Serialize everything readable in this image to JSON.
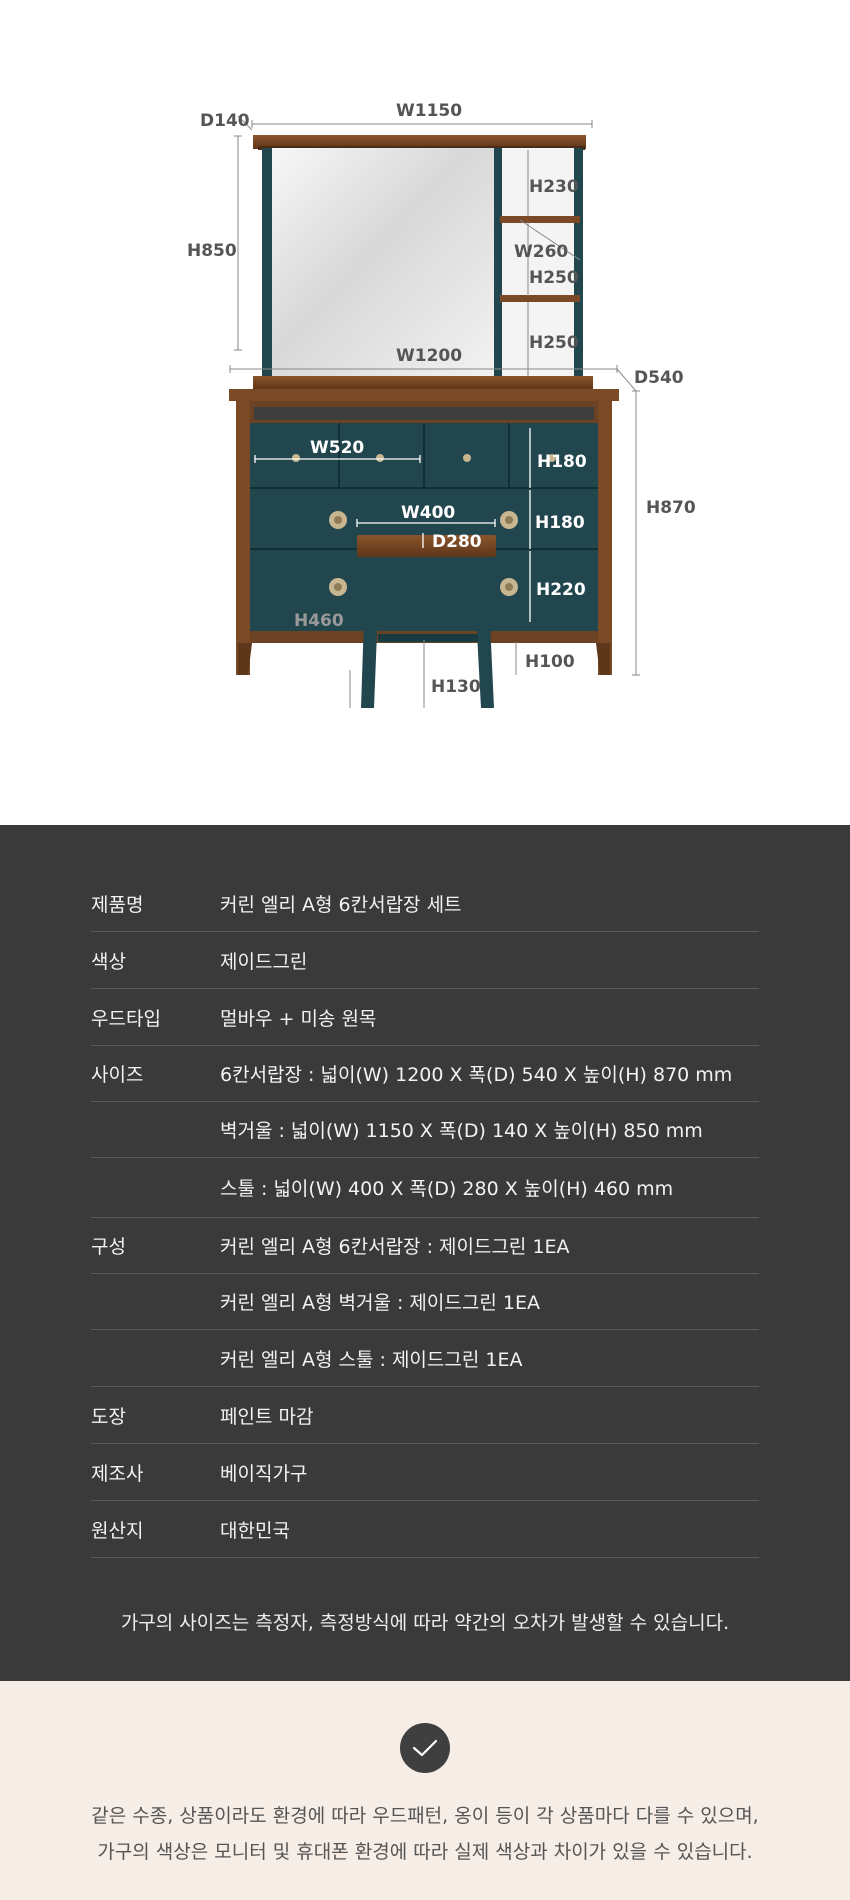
{
  "diagram": {
    "dimensions": {
      "d140": "D140",
      "w1150": "W1150",
      "h850": "H850",
      "h230": "H230",
      "w260": "W260",
      "h250_top": "H250",
      "h250_bottom": "H250",
      "w1200": "W1200",
      "d540": "D540",
      "w520": "W520",
      "h180_top": "H180",
      "h870": "H870",
      "w400": "W400",
      "h180_mid": "H180",
      "d280": "D280",
      "h220": "H220",
      "h460": "H460",
      "h100": "H100",
      "h130": "H130"
    },
    "colors": {
      "wood": "#7a4a26",
      "wood_dark": "#5e3619",
      "paint": "#21464e",
      "paint_dark": "#183a41",
      "brass": "#c8b690"
    }
  },
  "specs": {
    "rows": [
      {
        "key": "제품명",
        "value": "커린 엘리 A형 6칸서랍장 세트"
      },
      {
        "key": "색상",
        "value": "제이드그린"
      },
      {
        "key": "우드타입",
        "value": "멀바우 + 미송 원목"
      },
      {
        "key": "사이즈",
        "value": "6칸서랍장 : 넓이(W) 1200 X 폭(D) 540 X 높이(H) 870 mm"
      },
      {
        "key": "",
        "value": "벽거울 : 넓이(W) 1150 X 폭(D) 140 X 높이(H) 850 mm"
      },
      {
        "key": "",
        "value": "스툴 : 넓이(W) 400 X 폭(D) 280 X 높이(H) 460 mm"
      },
      {
        "key": "구성",
        "value": "커린 엘리 A형 6칸서랍장 : 제이드그린 1EA"
      },
      {
        "key": "",
        "value": "커린 엘리 A형 벽거울 : 제이드그린 1EA"
      },
      {
        "key": "",
        "value": "커린 엘리 A형 스툴 : 제이드그린 1EA"
      },
      {
        "key": "도장",
        "value": "페인트 마감"
      },
      {
        "key": "제조사",
        "value": "베이직가구"
      },
      {
        "key": "원산지",
        "value": "대한민국"
      }
    ],
    "notice": "가구의 사이즈는 측정자, 측정방식에 따라 약간의 오차가 발생할 수 있습니다."
  },
  "note": {
    "icon": "check-icon",
    "line1": "같은 수종, 상품이라도 환경에 따라 우드패턴, 옹이 등이 각 상품마다 다를 수 있으며,",
    "line2": "가구의 색상은 모니터 및 휴대폰 환경에 따라 실제 색상과 차이가 있을 수 있습니다."
  }
}
